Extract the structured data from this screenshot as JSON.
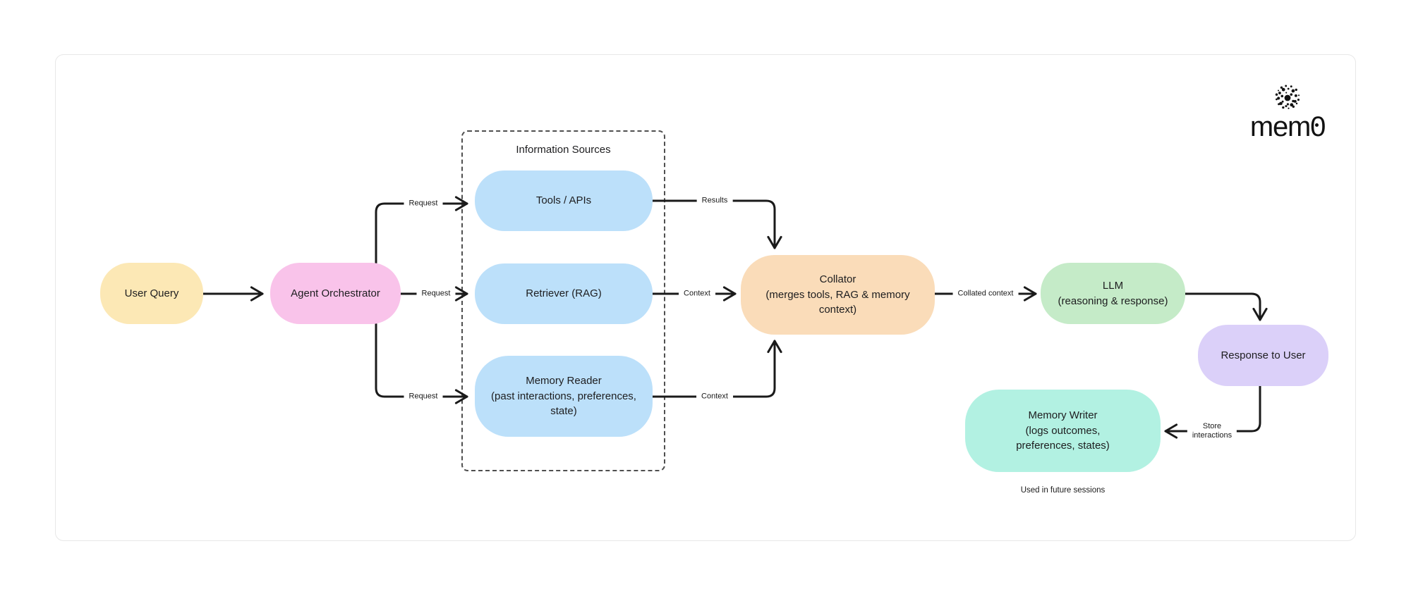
{
  "brand": {
    "logo_text": "mem0"
  },
  "diagram": {
    "group_title": "Information Sources",
    "nodes": {
      "user_query": {
        "label": "User Query",
        "color": "#FCE8B5"
      },
      "agent_orchestrator": {
        "label": "Agent Orchestrator",
        "color": "#F9C3EA"
      },
      "tools_apis": {
        "label": "Tools / APIs",
        "color": "#BCE0FA"
      },
      "retriever": {
        "label": "Retriever (RAG)",
        "color": "#BCE0FA"
      },
      "memory_reader": {
        "label": "Memory Reader\n(past interactions, preferences,\nstate)",
        "color": "#BCE0FA"
      },
      "collator": {
        "label": "Collator\n(merges tools, RAG & memory\ncontext)",
        "color": "#FADCB9"
      },
      "llm": {
        "label": "LLM\n(reasoning & response)",
        "color": "#C5EBC8"
      },
      "response_to_user": {
        "label": "Response to User",
        "color": "#DBD0F9"
      },
      "memory_writer": {
        "label": "Memory Writer\n(logs outcomes,\npreferences, states)",
        "color": "#B2F1E2"
      }
    },
    "edge_labels": {
      "request_top": "Request",
      "request_mid": "Request",
      "request_bottom": "Request",
      "results": "Results",
      "context_rag": "Context",
      "context_memory": "Context",
      "collated_context": "Collated context",
      "store_interactions": "Store\ninteractions"
    },
    "caption": "Used in future sessions",
    "line_color": "#1a1a1a"
  }
}
